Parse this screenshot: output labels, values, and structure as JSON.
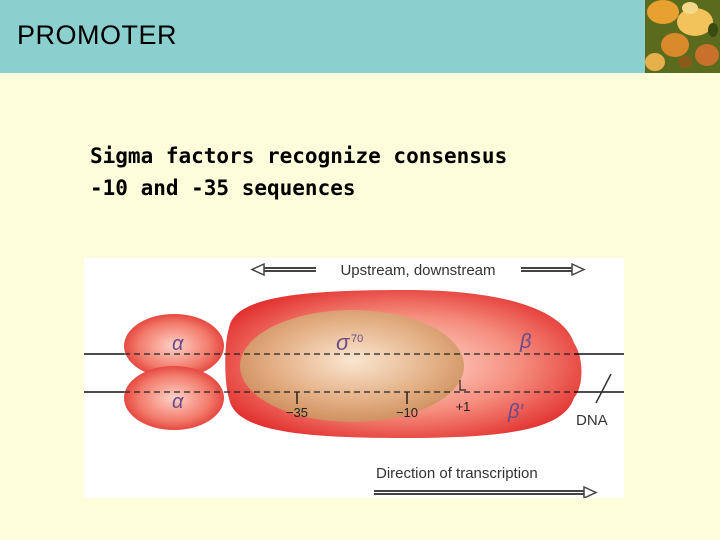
{
  "slide": {
    "title": "PROMOTER",
    "body_lines": [
      "Sigma factors recognize consensus",
      "-10 and -35 sequences"
    ]
  },
  "diagram": {
    "top_label": "Upstream, downstream",
    "bottom_label": "Direction of transcription",
    "subunits": {
      "alpha_top": "α",
      "alpha_bottom": "α",
      "sigma": "σ",
      "sigma_sup": "70",
      "beta": "β",
      "beta_prime": "β′"
    },
    "positions": {
      "minus35": "−35",
      "minus10": "−10",
      "plus1": "+1"
    },
    "dna_label": "DNA"
  },
  "colors": {
    "header": "#8ccfcf",
    "background": "#fdfddc",
    "polymerase": "#e83c3c",
    "sigma": "#d9a070"
  }
}
